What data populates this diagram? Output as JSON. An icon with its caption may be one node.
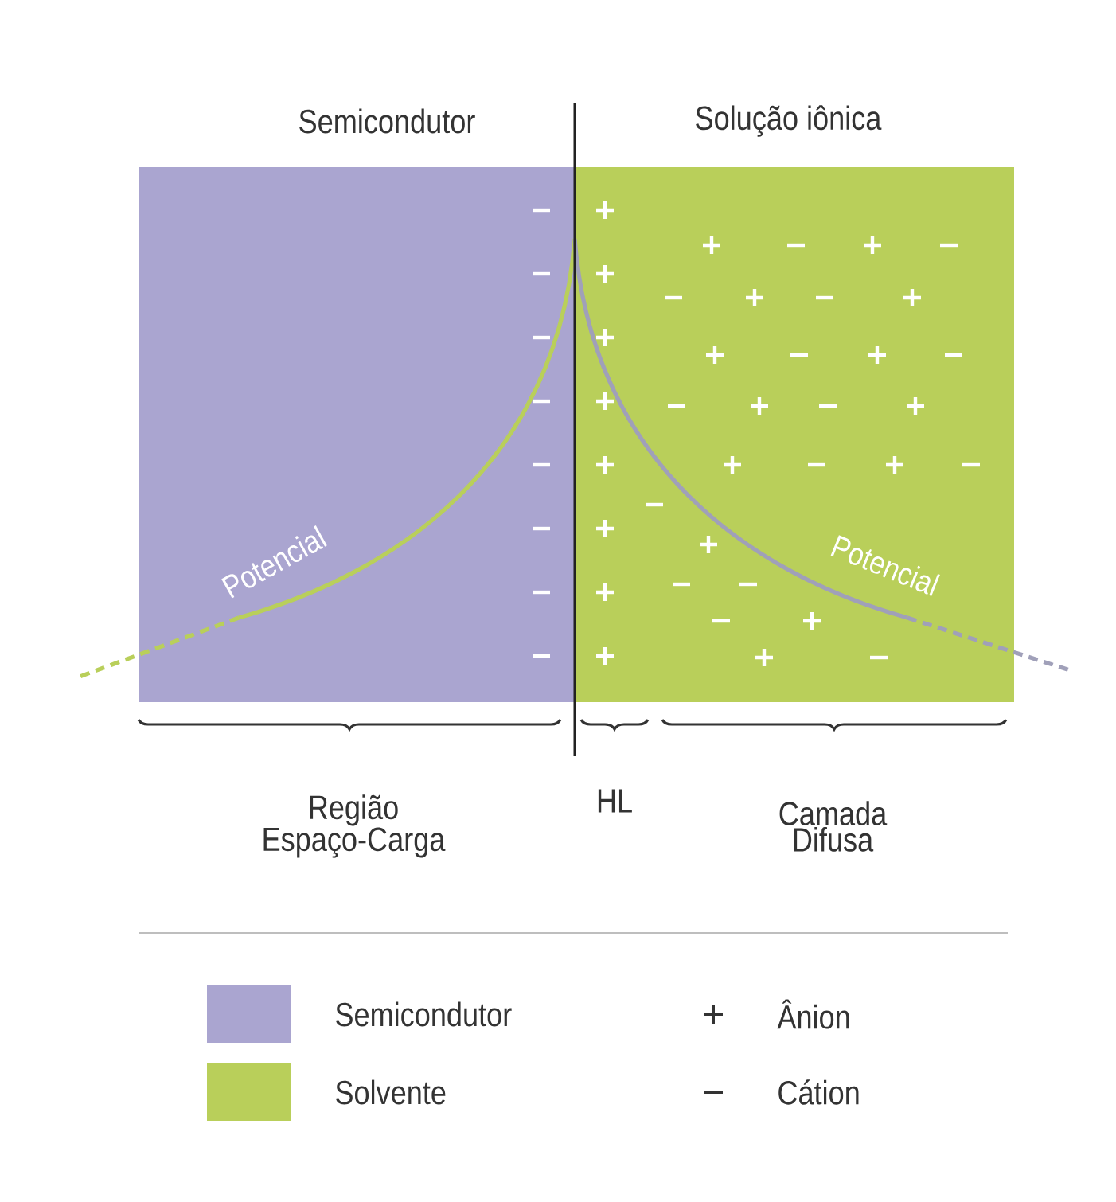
{
  "diagram": {
    "labels": [
      "Semicondutor",
      "Solução iônica",
      "Potencial",
      "Potencial",
      "Região Espaço-Carga",
      "HL",
      "Camada Difusa"
    ],
    "legend": [
      {
        "text": "Semicondutor",
        "color": "#aaa5d0"
      },
      {
        "text": "Solvente",
        "color": "#b9cf5a"
      },
      {
        "text": "Ânion"
      },
      {
        "text": "Cátion"
      }
    ]
  }
}
